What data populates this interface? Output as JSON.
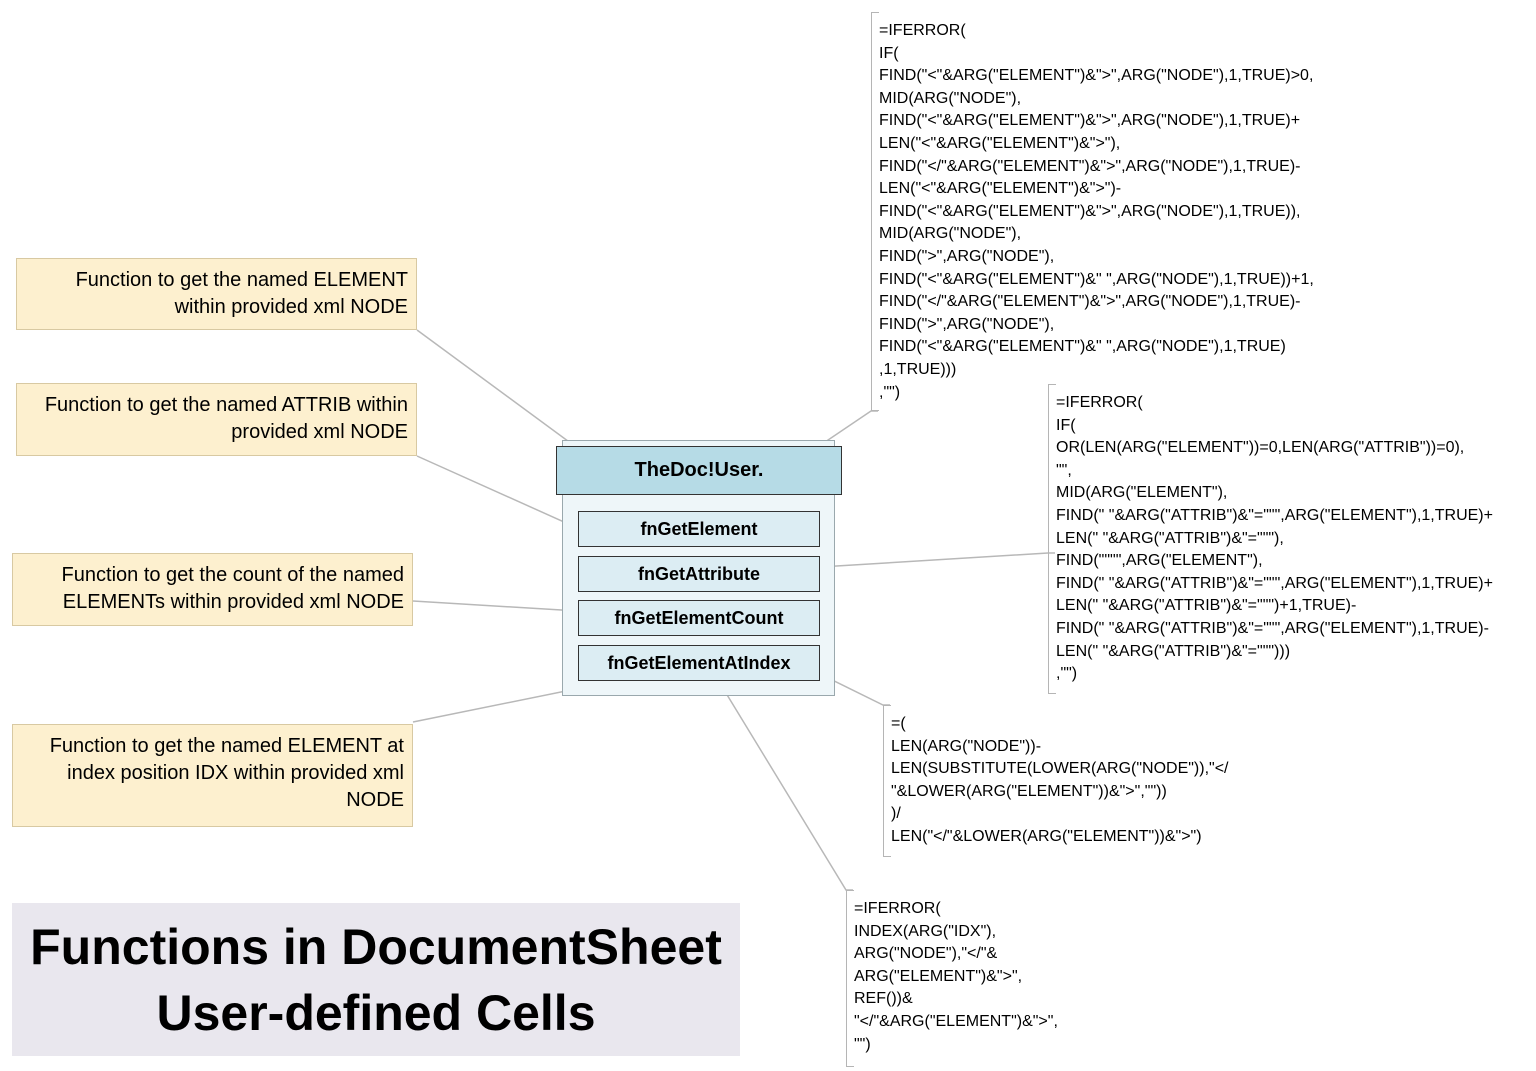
{
  "group": {
    "name": "TheDoc!User.",
    "functions": [
      "fnGetElement",
      "fnGetAttribute",
      "fnGetElementCount",
      "fnGetElementAtIndex"
    ]
  },
  "notes": {
    "get_element": "Function to get the named ELEMENT\nwithin provided xml NODE",
    "get_attribute": "Function to get the named ATTRIB within\nprovided xml NODE",
    "get_element_count": "Function to get the count of the named\nELEMENTs within provided xml NODE",
    "get_element_at_index": "Function to get the named ELEMENT at\nindex position IDX within provided xml\nNODE"
  },
  "formulas": {
    "get_element": "=IFERROR(\nIF(\nFIND(\"<\"&ARG(\"ELEMENT\")&\">\",ARG(\"NODE\"),1,TRUE)>0,\nMID(ARG(\"NODE\"),\nFIND(\"<\"&ARG(\"ELEMENT\")&\">\",ARG(\"NODE\"),1,TRUE)+\nLEN(\"<\"&ARG(\"ELEMENT\")&\">\"),\nFIND(\"</\"&ARG(\"ELEMENT\")&\">\",ARG(\"NODE\"),1,TRUE)-\nLEN(\"<\"&ARG(\"ELEMENT\")&\">\")-\nFIND(\"<\"&ARG(\"ELEMENT\")&\">\",ARG(\"NODE\"),1,TRUE)),\nMID(ARG(\"NODE\"),\nFIND(\">\",ARG(\"NODE\"),\nFIND(\"<\"&ARG(\"ELEMENT\")&\" \",ARG(\"NODE\"),1,TRUE))+1,\nFIND(\"</\"&ARG(\"ELEMENT\")&\">\",ARG(\"NODE\"),1,TRUE)-\nFIND(\">\",ARG(\"NODE\"),\nFIND(\"<\"&ARG(\"ELEMENT\")&\" \",ARG(\"NODE\"),1,TRUE)\n,1,TRUE)))\n,\"\")",
    "get_attribute": "=IFERROR(\nIF(\nOR(LEN(ARG(\"ELEMENT\"))=0,LEN(ARG(\"ATTRIB\"))=0),\n\"\",\nMID(ARG(\"ELEMENT\"),\nFIND(\" \"&ARG(\"ATTRIB\")&\"=\"\"\",ARG(\"ELEMENT\"),1,TRUE)+\nLEN(\" \"&ARG(\"ATTRIB\")&\"=\"\"\"),\nFIND(\"\"\"\",ARG(\"ELEMENT\"),\nFIND(\" \"&ARG(\"ATTRIB\")&\"=\"\"\",ARG(\"ELEMENT\"),1,TRUE)+\nLEN(\" \"&ARG(\"ATTRIB\")&\"=\"\"\")+1,TRUE)-\nFIND(\" \"&ARG(\"ATTRIB\")&\"=\"\"\",ARG(\"ELEMENT\"),1,TRUE)-\nLEN(\" \"&ARG(\"ATTRIB\")&\"=\"\"\")))\n,\"\")",
    "get_element_count": "=(\nLEN(ARG(\"NODE\"))-\nLEN(SUBSTITUTE(LOWER(ARG(\"NODE\")),\"</\n\"&LOWER(ARG(\"ELEMENT\"))&\">\",\"\"))\n)/\nLEN(\"</\"&LOWER(ARG(\"ELEMENT\"))&\">\")",
    "get_element_at_index": "=IFERROR(\nINDEX(ARG(\"IDX\"),\nARG(\"NODE\"),\"</\"&\nARG(\"ELEMENT\")&\">\",\nREF())&\n\"</\"&ARG(\"ELEMENT\")&\">\",\n\"\")"
  },
  "title": "Functions in DocumentSheet\nUser-defined Cells",
  "colors": {
    "note_fill": "#fdf0cf",
    "header_fill": "#b6dbe6",
    "function_fill": "#dcedf3",
    "title_fill": "#e9e7ee",
    "connector": "#b8b8b8"
  }
}
